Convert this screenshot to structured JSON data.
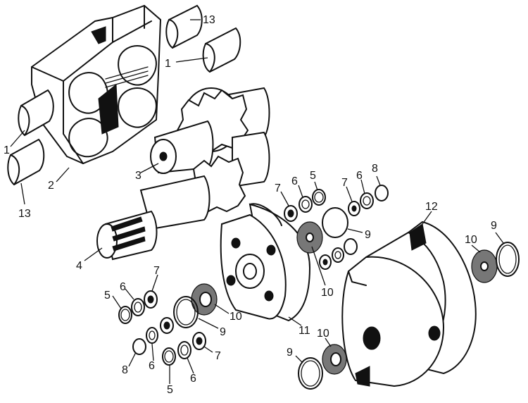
{
  "diagram": {
    "callouts": [
      {
        "id": "c13a",
        "label": "13"
      },
      {
        "id": "c1a",
        "label": "1"
      },
      {
        "id": "c1b",
        "label": "1"
      },
      {
        "id": "c2",
        "label": "2"
      },
      {
        "id": "c13b",
        "label": "13"
      },
      {
        "id": "c3",
        "label": "3"
      },
      {
        "id": "c4",
        "label": "4"
      },
      {
        "id": "c7a",
        "label": "7"
      },
      {
        "id": "c6a",
        "label": "6"
      },
      {
        "id": "c5a",
        "label": "5"
      },
      {
        "id": "c7b",
        "label": "7"
      },
      {
        "id": "c6b",
        "label": "6"
      },
      {
        "id": "c8a",
        "label": "8"
      },
      {
        "id": "c12",
        "label": "12"
      },
      {
        "id": "c9a",
        "label": "9"
      },
      {
        "id": "c9b",
        "label": "9"
      },
      {
        "id": "c10a",
        "label": "10"
      },
      {
        "id": "c10b",
        "label": "10"
      },
      {
        "id": "c11",
        "label": "11"
      },
      {
        "id": "c7c",
        "label": "7"
      },
      {
        "id": "c6c",
        "label": "6"
      },
      {
        "id": "c5b",
        "label": "5"
      },
      {
        "id": "c10c",
        "label": "10"
      },
      {
        "id": "c9c",
        "label": "9"
      },
      {
        "id": "c8b",
        "label": "8"
      },
      {
        "id": "c6d",
        "label": "6"
      },
      {
        "id": "c5c",
        "label": "5"
      },
      {
        "id": "c6e",
        "label": "6"
      },
      {
        "id": "c7d",
        "label": "7"
      },
      {
        "id": "c9d",
        "label": "9"
      },
      {
        "id": "c10d",
        "label": "10"
      }
    ]
  }
}
